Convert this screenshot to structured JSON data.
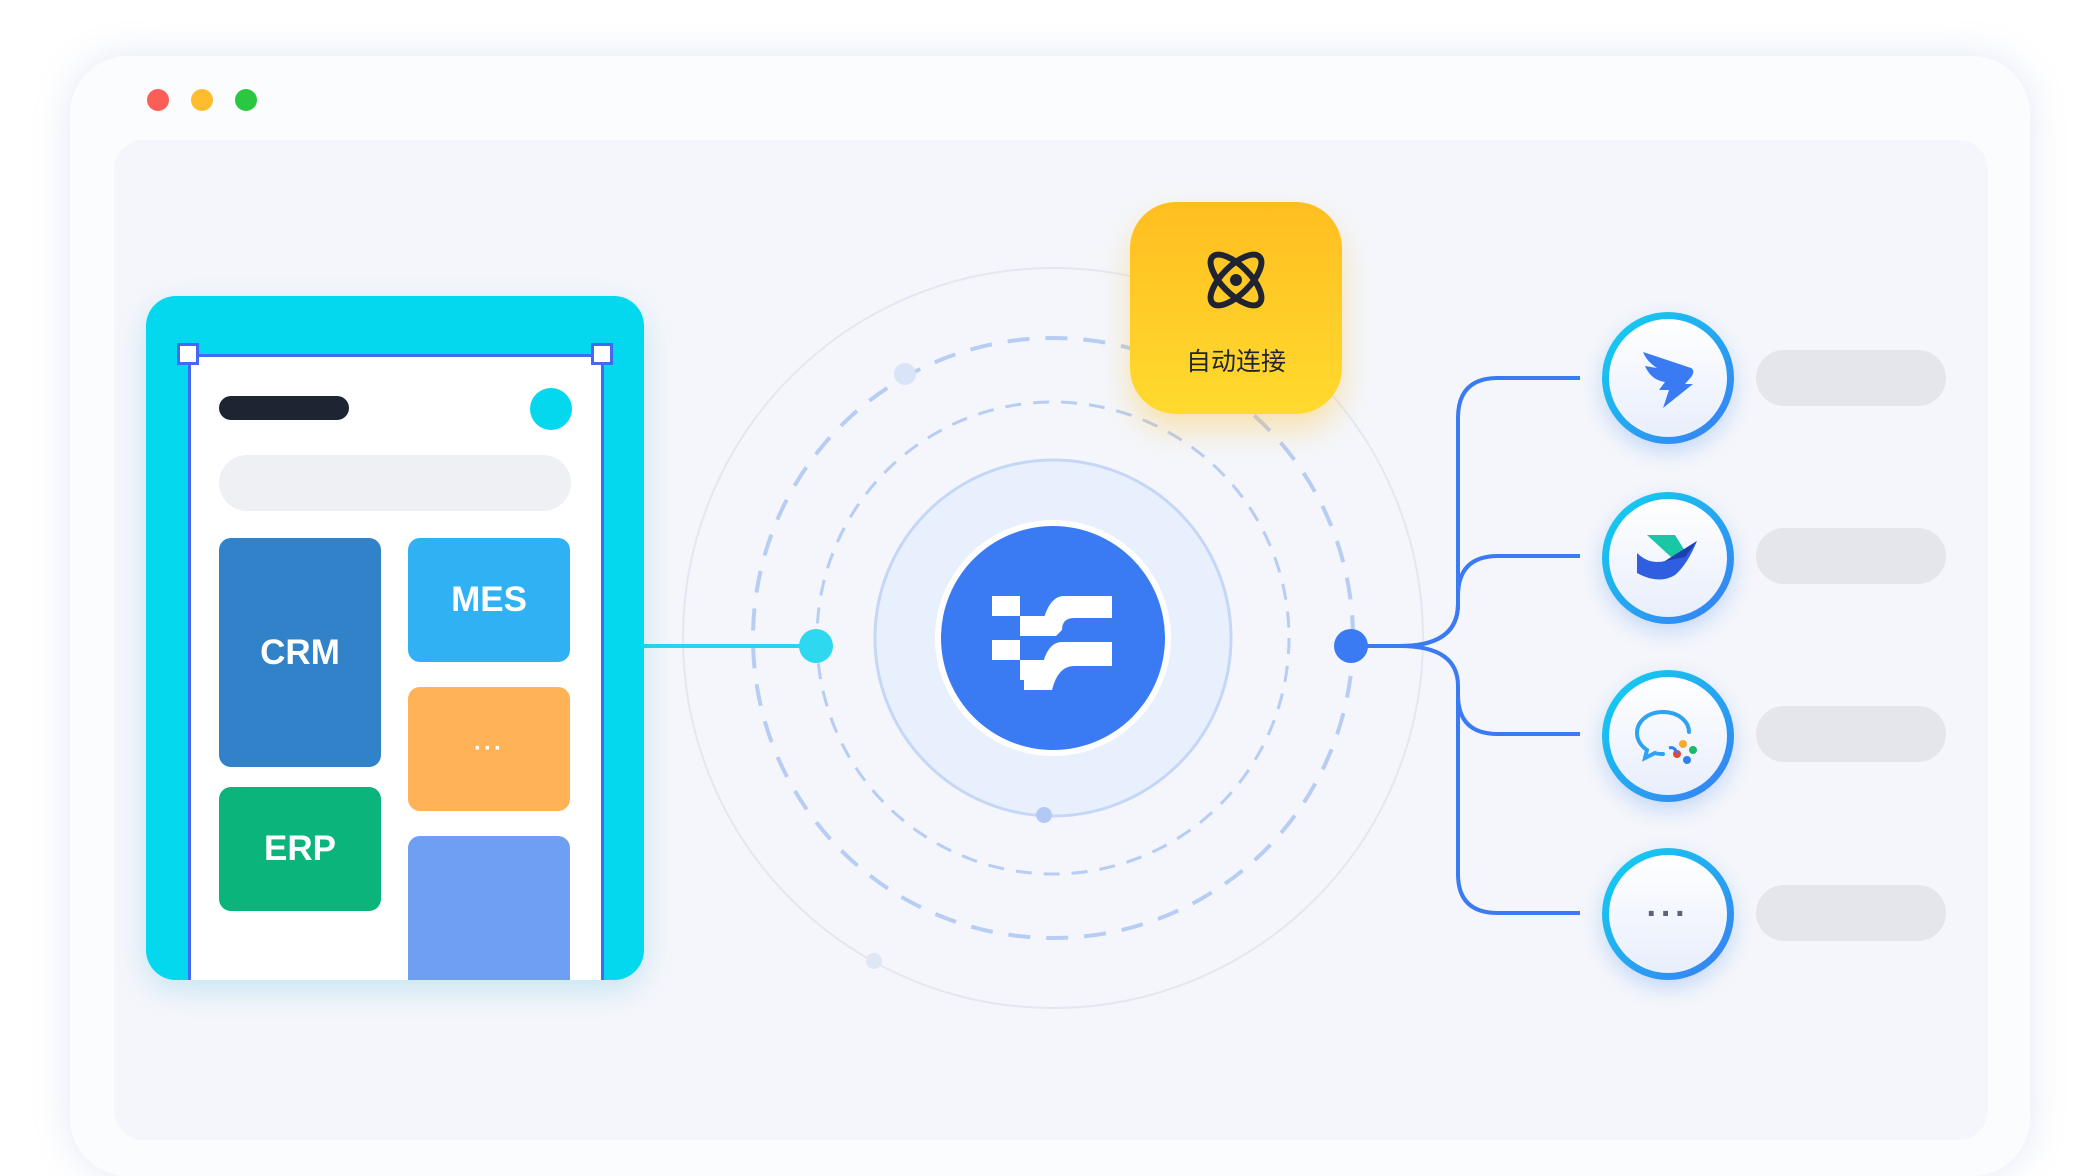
{
  "window": {
    "controls": [
      "close",
      "minimize",
      "maximize"
    ]
  },
  "apps_panel": {
    "tiles": [
      {
        "key": "crm",
        "label": "CRM",
        "color": "#3182c8"
      },
      {
        "key": "mes",
        "label": "MES",
        "color": "#2fb1f4"
      },
      {
        "key": "more",
        "label": "···",
        "color": "#ffb256"
      },
      {
        "key": "erp",
        "label": "ERP",
        "color": "#0bb47a"
      },
      {
        "key": "blank",
        "label": "",
        "color": "#6e9ff2"
      }
    ]
  },
  "hub": {
    "icon": "hub-logo-icon",
    "accent": "#3a7bf3"
  },
  "auto_connect": {
    "label": "自动连接",
    "icon": "atom-icon",
    "color": "#ffc824"
  },
  "integrations": [
    {
      "icon": "dingtalk-icon"
    },
    {
      "icon": "feishu-icon"
    },
    {
      "icon": "wecom-icon"
    },
    {
      "icon": "more-icon",
      "label": "···"
    }
  ]
}
